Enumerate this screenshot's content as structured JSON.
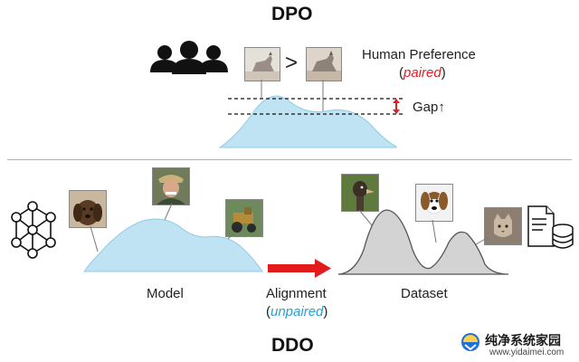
{
  "dpo": {
    "title": "DPO",
    "preference_label": "Human Preference",
    "preference_paren_open": "(",
    "preference_note": "paired",
    "preference_paren_close": ")",
    "compare_symbol": ">",
    "gap_label": "Gap↑"
  },
  "ddo": {
    "title": "DDO",
    "model_label": "Model",
    "alignment_label": "Alignment",
    "alignment_paren_open": "(",
    "alignment_note": "unpaired",
    "alignment_paren_close": ")",
    "dataset_label": "Dataset"
  },
  "watermark": {
    "brand": "纯净系统家园",
    "url": "www.yidaimei.com"
  },
  "colors": {
    "model_curve": "#bfe3f3",
    "model_stroke": "#8fcbe6",
    "dataset_curve": "#d3d3d3",
    "dataset_stroke": "#555555",
    "arrow": "#e31b1b",
    "gap_arrow": "#e01f26"
  },
  "icons": [
    "users-icon",
    "neural-network-icon",
    "database-document-icon",
    "logo-icon"
  ]
}
